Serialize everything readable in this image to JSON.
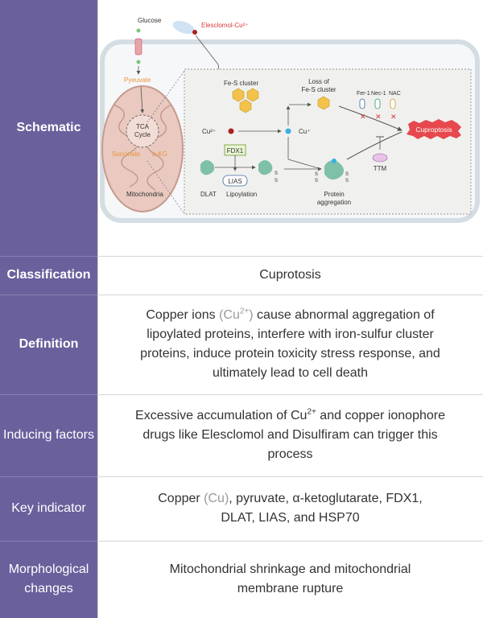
{
  "rows": [
    {
      "label": "Schematic"
    },
    {
      "label": "Classification",
      "content": "Cuprotosis"
    },
    {
      "label": "Definition",
      "content_pre": "Copper ions ",
      "content_highlight": "(Cu",
      "content_highlight_sup": "2+",
      "content_highlight_close": ")",
      "content_post": " cause abnormal aggregation of lipoylated proteins, interfere with iron-sulfur cluster proteins, induce protein toxicity stress response, and ultimately lead to cell death"
    },
    {
      "label": "Inducing factors",
      "content_pre": "Excessive accumulation of Cu",
      "content_sup": "2+",
      "content_post": " and copper ionophore drugs like Elesclomol and Disulfiram can trigger this process"
    },
    {
      "label": "Key indicator",
      "content_pre": "Copper ",
      "content_highlight": "(Cu)",
      "content_post": ", pyruvate, α-ketoglutarate, FDX1, DLAT, LIAS, and HSP70"
    },
    {
      "label": "Morphological changes",
      "content": "Mitochondrial shrinkage and mitochondrial membrane rupture"
    }
  ],
  "schematic": {
    "glucose": "Glucose",
    "elesclomol": "Elesclomol-Cu²⁺",
    "pyruvate": "Pyeuvate",
    "tca_line1": "TCA",
    "tca_line2": "Cycle",
    "succinate": "Succinate",
    "akg": "α-KG",
    "mitochondria": "Mitochondria",
    "fes_cluster": "Fe-S cluster",
    "loss_line1": "Loss of",
    "loss_line2": "Fe-S cluster",
    "cu2": "Cu²⁺",
    "cu1": "Cu⁺",
    "fdx1": "FDX1",
    "lias": "LIAS",
    "dlat": "DLAT",
    "lipoylation": "Lipoylation",
    "protein_line1": "Protein",
    "protein_line2": "aggregation",
    "fer1": "Fer-1",
    "nec1": "Nec-1",
    "nac": "NAC",
    "cuproptosis": "Cuproptosis",
    "ttm": "TTM",
    "s": "S"
  },
  "colors": {
    "label_bg": "#6a609c",
    "highlight_text": "#9a9a9a",
    "cuproptosis_red": "#e6484d",
    "orange_text": "#e8953a",
    "red_text": "#d8383a"
  }
}
